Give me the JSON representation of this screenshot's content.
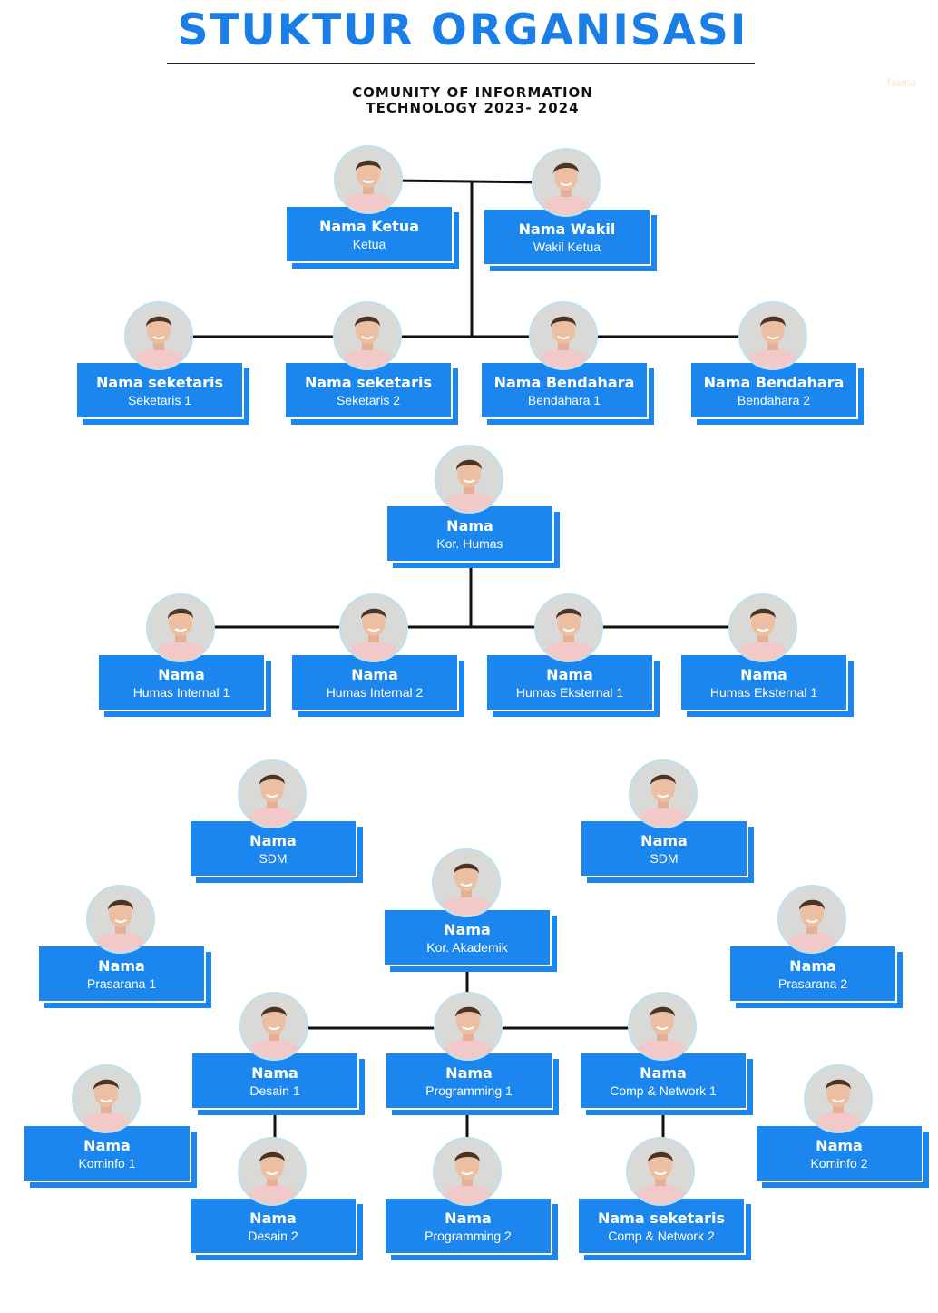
{
  "header": {
    "title": "STUKTUR ORGANISASI",
    "subtitle_lines": [
      "COMUNITY OF INFORMATION",
      "TECHNOLOGY 2023- 2024"
    ],
    "faint_note": "Nama"
  },
  "colors": {
    "title": "#1a7ee6",
    "card": "#1a86ee",
    "connector": "#111111"
  },
  "nodes": [
    {
      "id": "ketua",
      "name": "Nama Ketua",
      "role": "Ketua",
      "avatar_icon": "person-photo-icon"
    },
    {
      "id": "wakil",
      "name": "Nama Wakil",
      "role": "Wakil Ketua",
      "avatar_icon": "person-photo-icon"
    },
    {
      "id": "sek1",
      "name": "Nama seketaris",
      "role": "Seketaris 1",
      "avatar_icon": "person-photo-icon"
    },
    {
      "id": "sek2",
      "name": "Nama seketaris",
      "role": "Seketaris 2",
      "avatar_icon": "person-photo-icon"
    },
    {
      "id": "ben1",
      "name": "Nama Bendahara",
      "role": "Bendahara 1",
      "avatar_icon": "person-photo-icon"
    },
    {
      "id": "ben2",
      "name": "Nama Bendahara",
      "role": "Bendahara 2",
      "avatar_icon": "person-photo-icon"
    },
    {
      "id": "humas",
      "name": "Nama",
      "role": "Kor. Humas",
      "avatar_icon": "person-photo-icon"
    },
    {
      "id": "hi1",
      "name": "Nama",
      "role": "Humas Internal 1",
      "avatar_icon": "person-photo-icon"
    },
    {
      "id": "hi2",
      "name": "Nama",
      "role": "Humas Internal 2",
      "avatar_icon": "person-photo-icon"
    },
    {
      "id": "he1",
      "name": "Nama",
      "role": "Humas Eksternal 1",
      "avatar_icon": "person-photo-icon"
    },
    {
      "id": "he2",
      "name": "Nama",
      "role": "Humas Eksternal 1",
      "avatar_icon": "person-photo-icon"
    },
    {
      "id": "sdm1",
      "name": "Nama",
      "role": "SDM",
      "avatar_icon": "person-photo-icon"
    },
    {
      "id": "sdm2",
      "name": "Nama",
      "role": "SDM",
      "avatar_icon": "person-photo-icon"
    },
    {
      "id": "akademik",
      "name": "Nama",
      "role": "Kor. Akademik",
      "avatar_icon": "person-photo-icon"
    },
    {
      "id": "pra1",
      "name": "Nama",
      "role": "Prasarana 1",
      "avatar_icon": "person-photo-icon"
    },
    {
      "id": "pra2",
      "name": "Nama",
      "role": "Prasarana 2",
      "avatar_icon": "person-photo-icon"
    },
    {
      "id": "des1",
      "name": "Nama",
      "role": "Desain 1",
      "avatar_icon": "person-photo-icon"
    },
    {
      "id": "prog1",
      "name": "Nama",
      "role": "Programming 1",
      "avatar_icon": "person-photo-icon"
    },
    {
      "id": "cn1",
      "name": "Nama",
      "role": "Comp & Network 1",
      "avatar_icon": "person-photo-icon"
    },
    {
      "id": "kom1",
      "name": "Nama",
      "role": "Kominfo 1",
      "avatar_icon": "person-photo-icon"
    },
    {
      "id": "kom2",
      "name": "Nama",
      "role": "Kominfo 2",
      "avatar_icon": "person-photo-icon"
    },
    {
      "id": "des2",
      "name": "Nama",
      "role": "Desain 2",
      "avatar_icon": "person-photo-icon"
    },
    {
      "id": "prog2",
      "name": "Nama",
      "role": "Programming 2",
      "avatar_icon": "person-photo-icon"
    },
    {
      "id": "cn2",
      "name": "Nama seketaris",
      "role": "Comp & Network 2",
      "avatar_icon": "person-photo-icon"
    }
  ],
  "edges": [
    [
      "ketua",
      "wakil"
    ],
    [
      "ketua",
      "sek1"
    ],
    [
      "ketua",
      "sek2"
    ],
    [
      "ketua",
      "ben1"
    ],
    [
      "ketua",
      "ben2"
    ],
    [
      "humas",
      "hi1"
    ],
    [
      "humas",
      "hi2"
    ],
    [
      "humas",
      "he1"
    ],
    [
      "humas",
      "he2"
    ],
    [
      "akademik",
      "des1"
    ],
    [
      "akademik",
      "prog1"
    ],
    [
      "akademik",
      "cn1"
    ],
    [
      "des1",
      "des2"
    ],
    [
      "prog1",
      "prog2"
    ],
    [
      "cn1",
      "cn2"
    ]
  ]
}
